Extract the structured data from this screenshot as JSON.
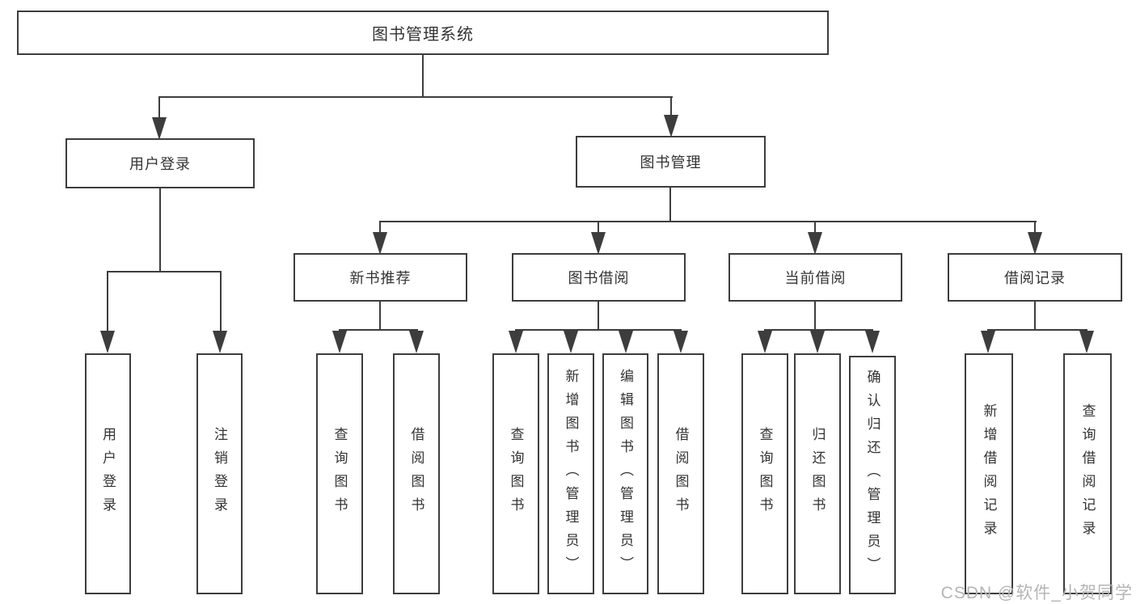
{
  "watermark": "CSDN @软件_小贺同学",
  "colors": {
    "line": "#3d3d3d",
    "text": "#333333",
    "background": "#ffffff",
    "watermark": "#b5b5b5"
  },
  "tree": {
    "root": "图书管理系统",
    "user_login": {
      "label": "用户登录",
      "children": [
        "用户登录",
        "注销登录"
      ]
    },
    "book_mgmt": {
      "label": "图书管理",
      "sections": [
        {
          "label": "新书推荐",
          "children": [
            "查询图书",
            "借阅图书"
          ]
        },
        {
          "label": "图书借阅",
          "children": [
            "查询图书",
            "新增图书（管理员）",
            "编辑图书（管理员）",
            "借阅图书"
          ]
        },
        {
          "label": "当前借阅",
          "children": [
            "查询图书",
            "归还图书",
            "确认归还（管理员）"
          ]
        },
        {
          "label": "借阅记录",
          "children": [
            "新增借阅记录",
            "查询借阅记录"
          ]
        }
      ]
    }
  }
}
